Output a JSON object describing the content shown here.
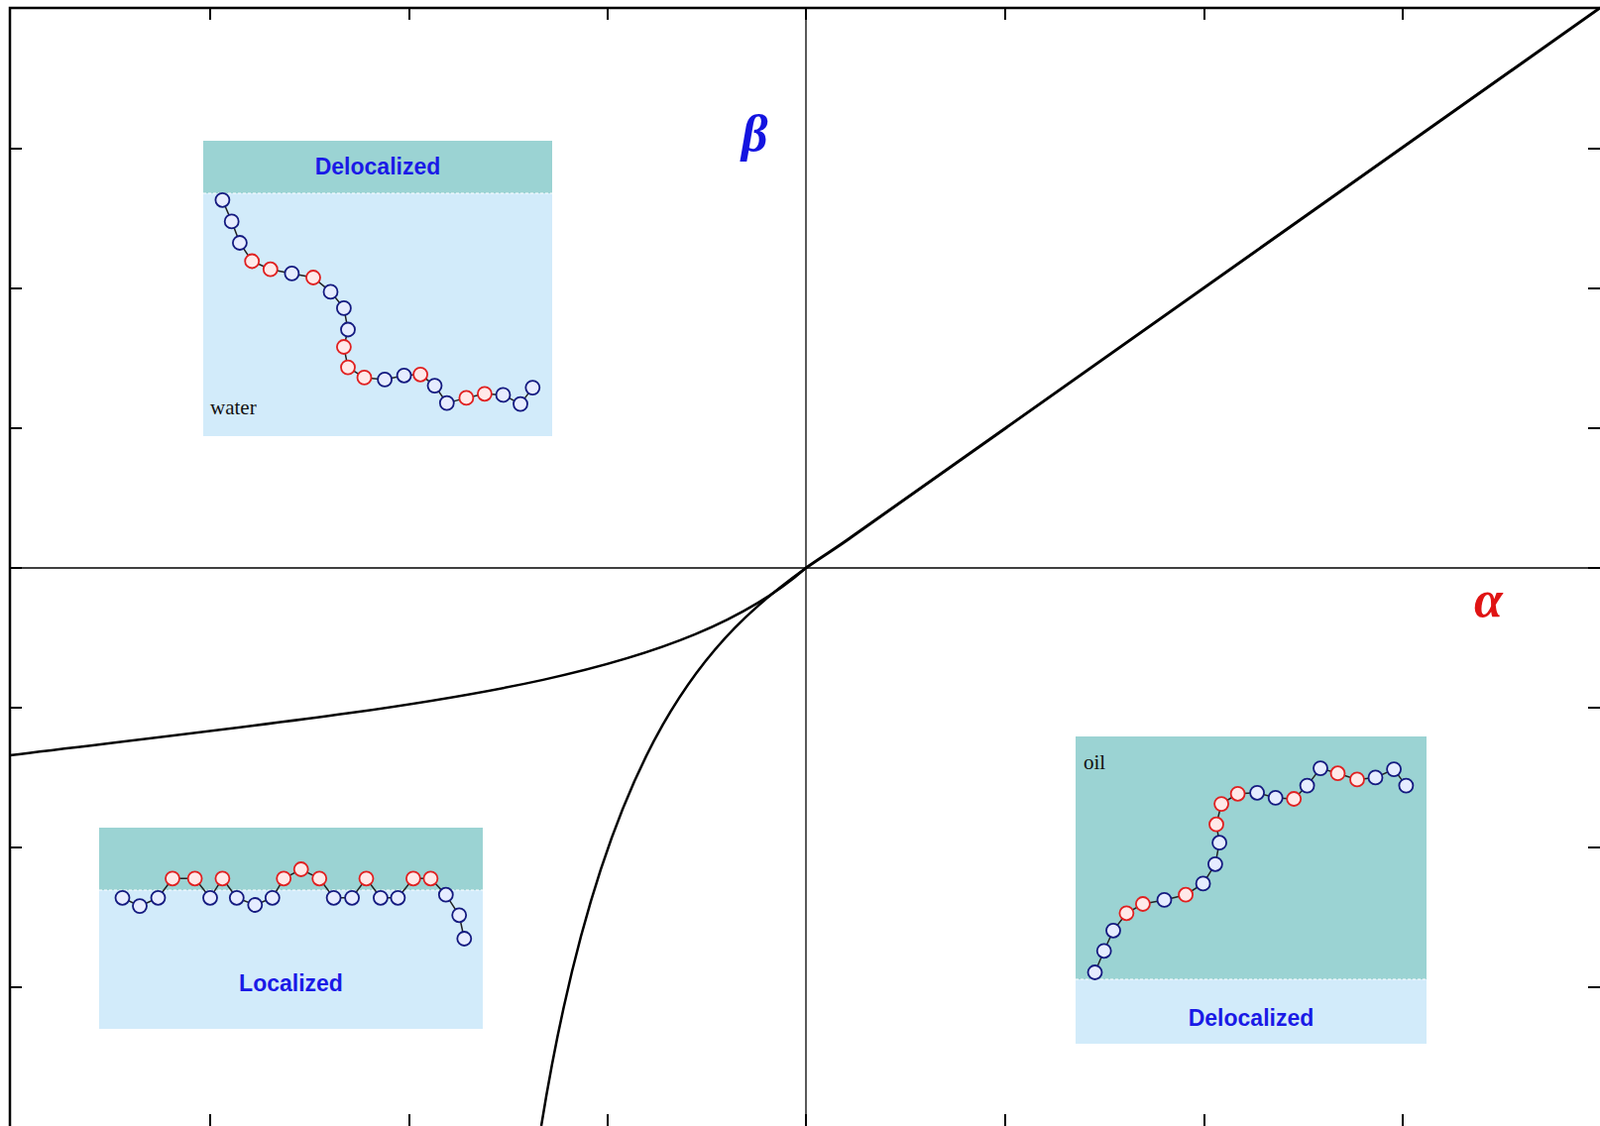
{
  "diagram": {
    "nodes": [
      {
        "text": [
          "Delocalized",
          "water"
        ]
      },
      {
        "text": [
          "Localized"
        ]
      },
      {
        "text": [
          "oil",
          "Delocalized"
        ]
      }
    ],
    "labels": [
      "β",
      "α"
    ]
  }
}
